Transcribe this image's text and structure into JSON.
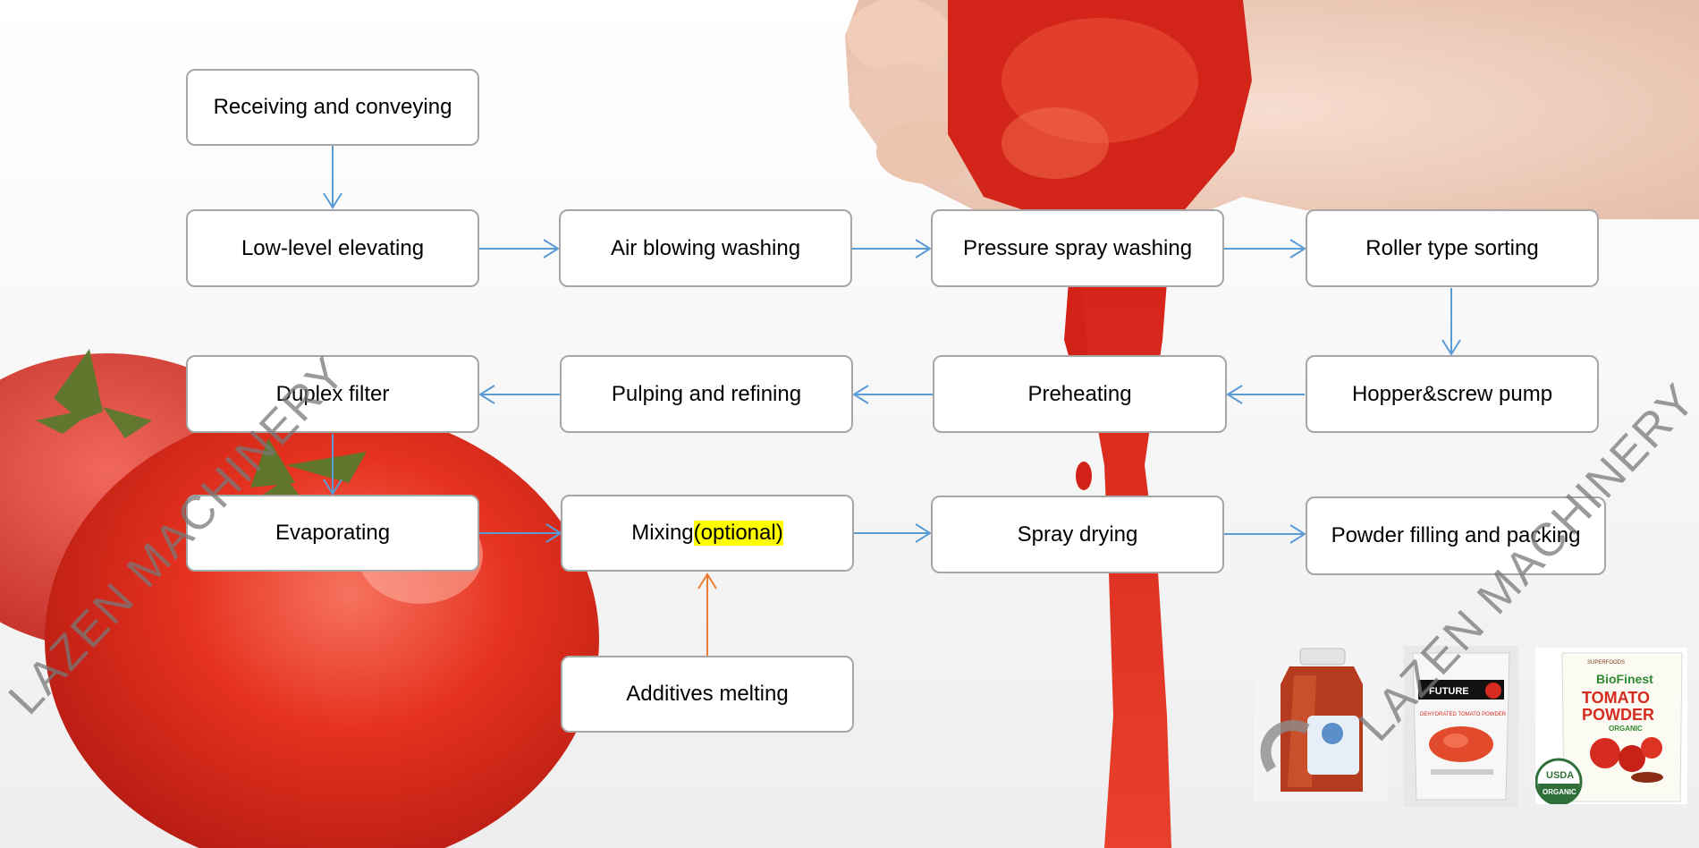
{
  "steps": {
    "receiving": "Receiving and conveying",
    "low_level": "Low-level elevating",
    "air_blowing": "Air blowing washing",
    "pressure_spray": "Pressure spray washing",
    "roller_sorting": "Roller type sorting",
    "duplex_filter": "Duplex filter",
    "pulping": "Pulping and refining",
    "preheating": "Preheating",
    "hopper": "Hopper&screw pump",
    "evaporating": "Evaporating",
    "mixing": "Mixing",
    "mixing_optional": "(optional)",
    "spray_drying": "Spray drying",
    "powder_filling": "Powder filling and packing",
    "additives": "Additives melting"
  },
  "watermark": "LAZEN MACHINERY",
  "products": {
    "future_brand": "FUTURE",
    "future_product": "DEHYDRATED TOMATO POWDER",
    "biofinest_tag": "SUPERFOODS",
    "biofinest_brand": "BioFinest",
    "biofinest_product_line1": "TOMATO",
    "biofinest_product_line2": "POWDER",
    "biofinest_organic": "ORGANIC",
    "usda": "USDA",
    "usda_organic": "ORGANIC"
  },
  "colors": {
    "flow_arrow": "#5b9bd5",
    "additive_arrow": "#ed7d31",
    "box_border": "#a6a6a6",
    "highlight": "#ffff00",
    "tomato": "#e0261c"
  }
}
